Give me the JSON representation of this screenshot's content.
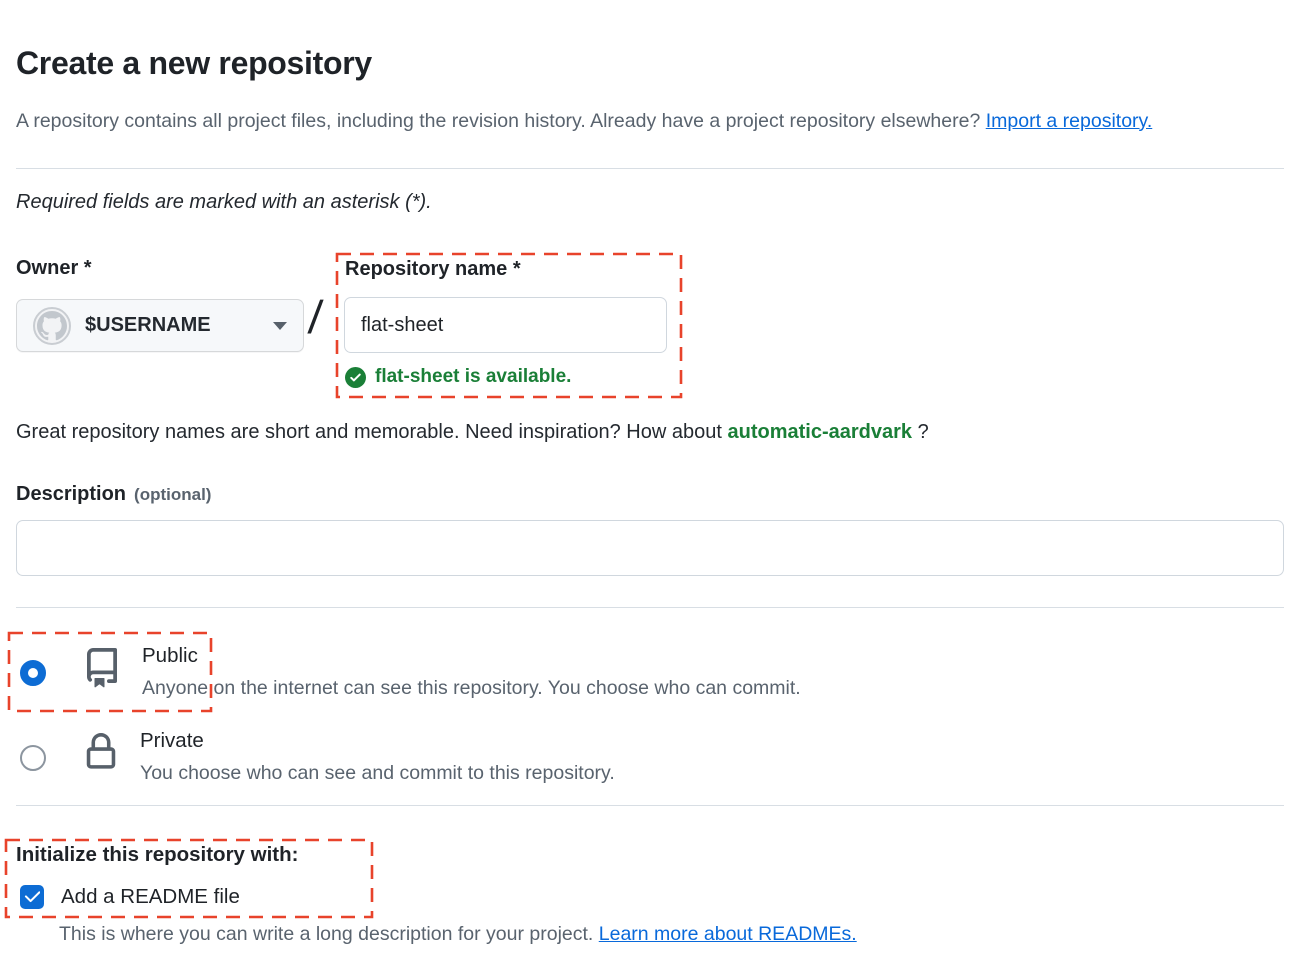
{
  "page": {
    "title": "Create a new repository",
    "intro_text": "A repository contains all project files, including the revision history. Already have a project repository elsewhere? ",
    "intro_link": "Import a repository.",
    "required_note": "Required fields are marked with an asterisk (*)."
  },
  "owner": {
    "label": "Owner *",
    "value": "$USERNAME"
  },
  "separator": "/",
  "repo_name": {
    "label": "Repository name *",
    "value": "flat-sheet",
    "availability_message": "flat-sheet is available."
  },
  "name_hint": {
    "text_before": "Great repository names are short and memorable. Need inspiration? How about ",
    "suggestion": "automatic-aardvark",
    "text_after": " ?"
  },
  "description": {
    "label": "Description",
    "optional_label": "(optional)",
    "value": ""
  },
  "visibility": {
    "public": {
      "label": "Public",
      "description": "Anyone on the internet can see this repository. You choose who can commit.",
      "selected": true
    },
    "private": {
      "label": "Private",
      "description": "You choose who can see and commit to this repository.",
      "selected": false
    }
  },
  "init": {
    "heading": "Initialize this repository with:",
    "readme_label": "Add a README file",
    "readme_checked": true,
    "readme_note_text": "This is where you can write a long description for your project. ",
    "readme_note_link": "Learn more about READMEs."
  },
  "colors": {
    "accent_blue": "#0d6cd4",
    "link_blue": "#0969da",
    "success_green": "#1a7f37",
    "annotation_red": "#e8432b",
    "text_dark": "#1f2328",
    "text_muted": "#59636e",
    "border": "#d0d7de"
  }
}
